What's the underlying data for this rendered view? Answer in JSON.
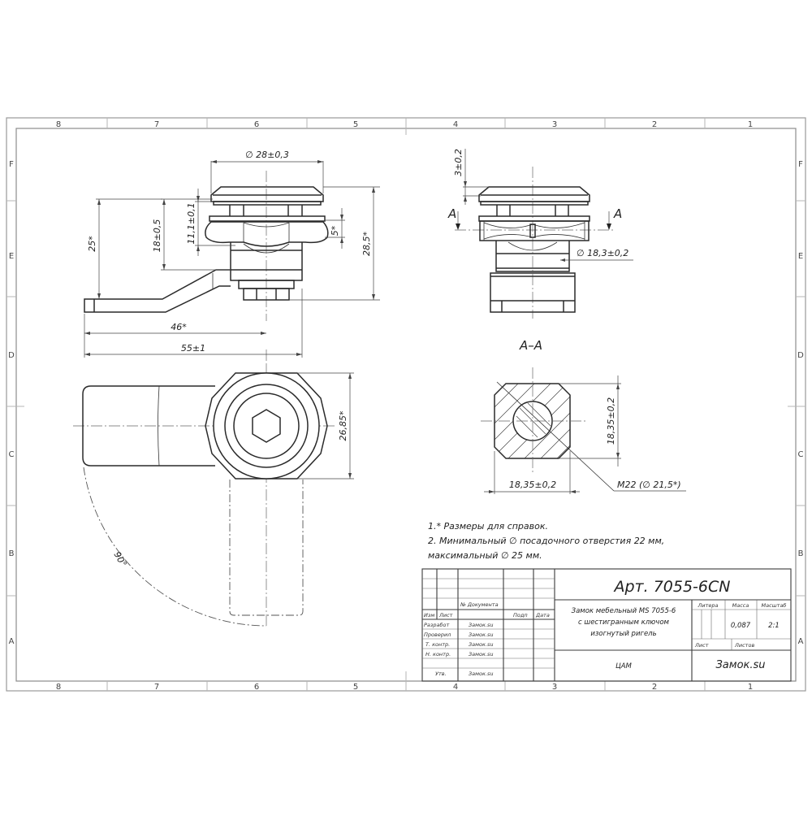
{
  "sheet": {
    "zones_columns": [
      "8",
      "7",
      "6",
      "5",
      "4",
      "3",
      "2",
      "1"
    ],
    "zones_rows": [
      "F",
      "E",
      "D",
      "C",
      "B",
      "A"
    ],
    "background": "#ffffff",
    "line_color": "#2a2a2a"
  },
  "views": {
    "front": {
      "dims": {
        "top_diameter": "∅ 28±0,3",
        "height_11": "11,1±0,1",
        "height_18": "18±0,5",
        "lever_25": "25*",
        "nut_5": "5*",
        "total_28_5": "28,5*",
        "lever_46": "46*",
        "overall_55": "55±1"
      }
    },
    "side": {
      "dims": {
        "head_3": "3±0,2",
        "section_mark_left": "A",
        "section_mark_right": "A",
        "body_diameter": "∅ 18,3±0,2"
      }
    },
    "section": {
      "title": "A–A",
      "dims": {
        "width": "18,35±0,2",
        "height": "18,35±0,2",
        "thread": "M22 (∅ 21,5*)"
      }
    },
    "top": {
      "dims": {
        "across_flats": "26,85*",
        "rotation_angle": "90°"
      }
    }
  },
  "notes": [
    "1.* Размеры для справок.",
    "2. Минимальный ∅ посадочного отверстия 22 мм,",
    "максимальный ∅  25 мм."
  ],
  "title_block": {
    "article": "Арт. 7055-6CN",
    "description_lines": [
      "Замок мебельный MS 7055-6",
      "с шестигранным ключом",
      "изогнутый ригель"
    ],
    "material": "ЦАМ",
    "company": "Замок.su",
    "headers": {
      "doc_number": "№ Документа",
      "change": "Изм",
      "sheet": "Лист",
      "signature": "Подп",
      "date": "Дата",
      "litera": "Литера",
      "mass": "Масса",
      "scale": "Масштаб",
      "sheet_lbl": "Лист",
      "sheets_lbl": "Листов"
    },
    "mass_value": "0,087",
    "scale_value": "2:1",
    "roles": [
      {
        "role": "Разработ",
        "name": "Замок.su"
      },
      {
        "role": "Проверил",
        "name": "Замок.su"
      },
      {
        "role": "Т. контр.",
        "name": "Замок.su"
      },
      {
        "role": "Н. контр.",
        "name": "Замок.su"
      },
      {
        "role": "",
        "name": ""
      },
      {
        "role": "Утв.",
        "name": "Замок.su"
      }
    ]
  }
}
